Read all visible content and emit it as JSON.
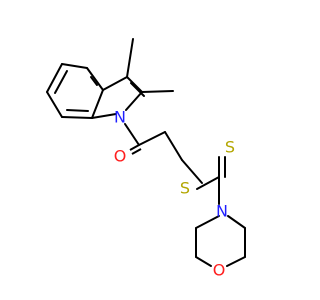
{
  "molecule": {
    "atoms": {
      "indole_nitrogen": "N",
      "carbonyl_oxygen": "O",
      "thioether_sulfur": "S",
      "thione_sulfur": "S",
      "morpholine_nitrogen": "N",
      "morpholine_oxygen": "O"
    }
  },
  "colors": {
    "bond": "#000000",
    "nitrogen": "#1f1fff",
    "oxygen": "#ff1f1f",
    "sulfur": "#b3a600",
    "background": "#ffffff"
  }
}
